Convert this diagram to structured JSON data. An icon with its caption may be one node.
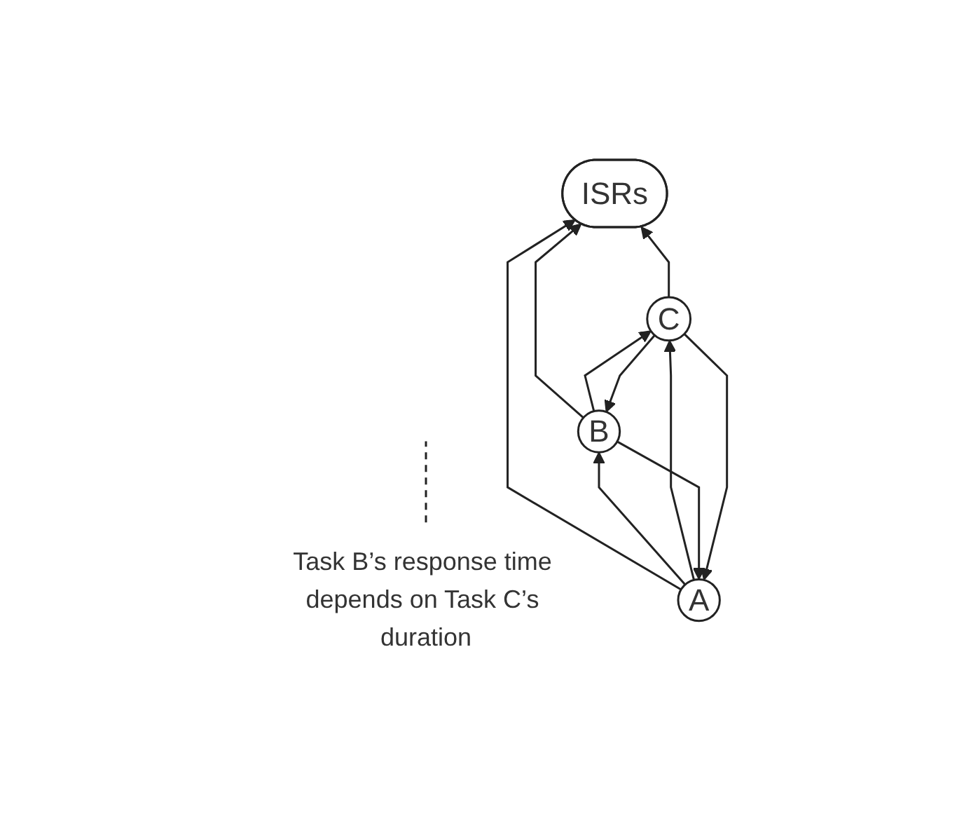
{
  "diagram": {
    "nodes": [
      {
        "text": [
          "ISRs"
        ]
      },
      {
        "text": [
          "A"
        ]
      },
      {
        "text": [
          "B"
        ]
      },
      {
        "text": [
          "C"
        ]
      },
      {
        "text": [
          "Task B’s response time depends on Task C’s duration"
        ]
      }
    ],
    "edges": [
      {
        "from": 1,
        "to": 0,
        "arrow": "to"
      },
      {
        "from": 3,
        "to": 0,
        "arrow": "to"
      },
      {
        "from": 2,
        "to": 0,
        "arrow": "to"
      },
      {
        "from": 1,
        "to": 2,
        "arrow": "to"
      },
      {
        "from": 2,
        "to": 1,
        "arrow": "to"
      },
      {
        "from": 1,
        "to": 3,
        "arrow": "to"
      },
      {
        "from": 3,
        "to": 1,
        "arrow": "to"
      },
      {
        "from": 3,
        "to": 2,
        "arrow": "to"
      },
      {
        "from": 2,
        "to": 3,
        "arrow": "to"
      },
      {
        "from": 4,
        "to": null,
        "arrow": "none",
        "style": "dashed"
      }
    ]
  }
}
